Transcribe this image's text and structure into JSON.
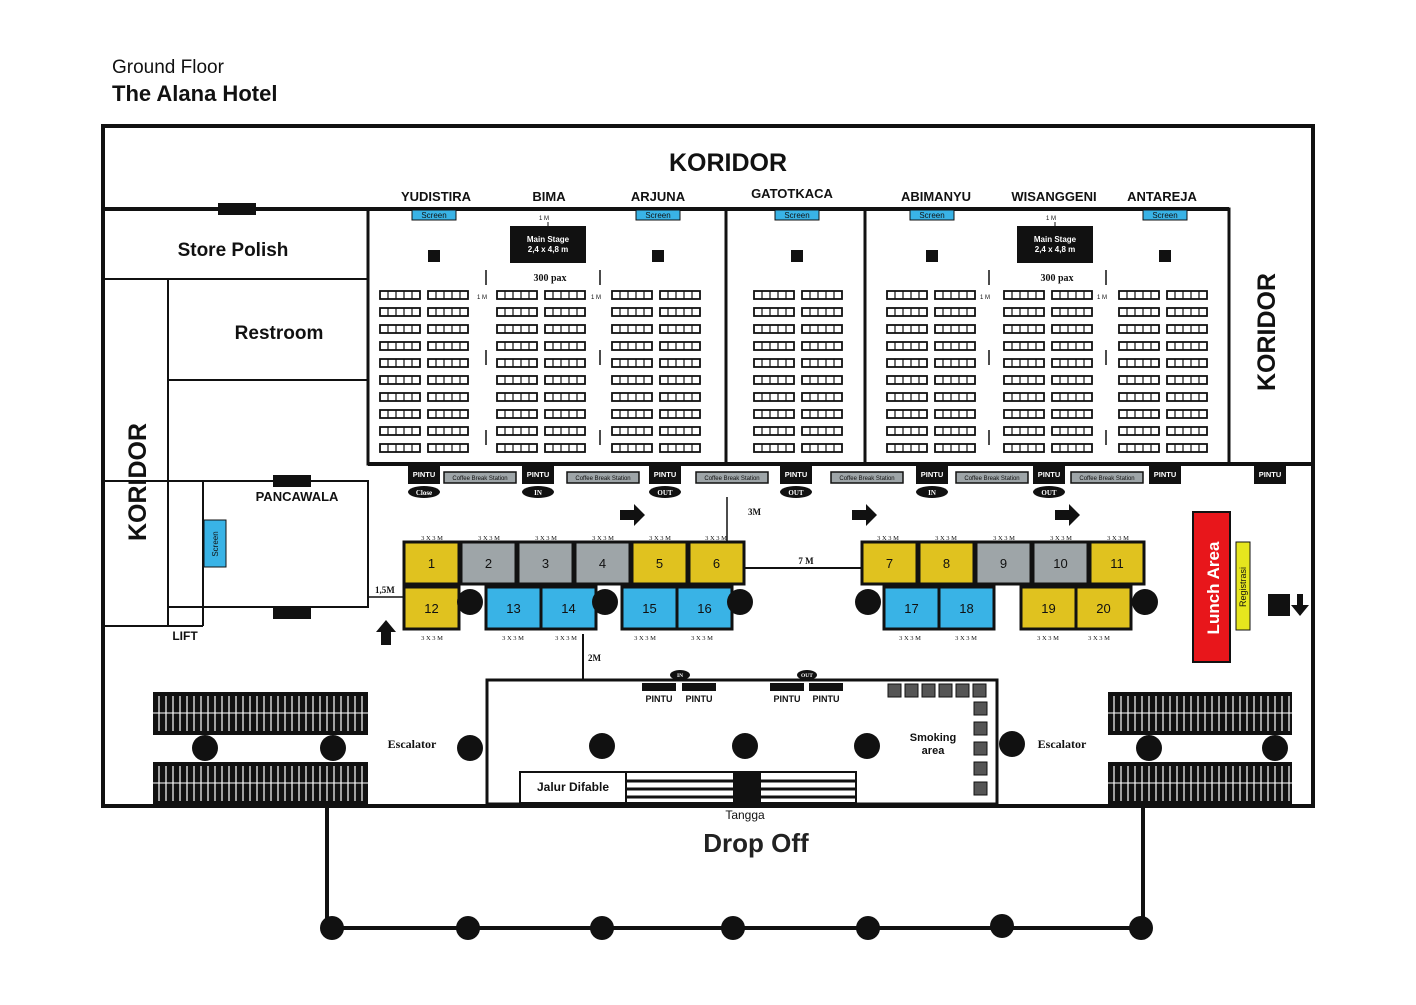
{
  "header": {
    "subtitle": "Ground Floor",
    "title": "The Alana Hotel"
  },
  "labels": {
    "koridor": "KORIDOR",
    "store_polish": "Store Polish",
    "restroom": "Restroom",
    "pancawala": "PANCAWALA",
    "lift": "LIFT",
    "escalator": "Escalator",
    "smoking": "Smoking area",
    "jalur_difable": "Jalur Difable",
    "tangga": "Tangga",
    "drop_off": "Drop Off",
    "lunch_area": "Lunch Area",
    "registrasi": "Registrasi",
    "screen": "Screen",
    "main_stage": "Main Stage",
    "main_stage_size": "2,4 x 4,8 m",
    "pax": "300 pax",
    "one_m": "1 M",
    "pintu": "PINTU",
    "coffee": "Coffee Break Station",
    "booth_size": "3 X 3 M",
    "dim_3m": "3M",
    "dim_7m": "7 M",
    "dim_15m": "1,5M",
    "dim_2m": "2M",
    "in": "IN",
    "out": "OUT",
    "close": "Close"
  },
  "rooms": [
    "YUDISTIRA",
    "BIMA",
    "ARJUNA",
    "GATOTKACA",
    "ABIMANYU",
    "WISANGGENI",
    "ANTAREJA"
  ],
  "booths": [
    {
      "n": "1",
      "c": "#e0c21f"
    },
    {
      "n": "2",
      "c": "#9ea5a8"
    },
    {
      "n": "3",
      "c": "#9ea5a8"
    },
    {
      "n": "4",
      "c": "#9ea5a8"
    },
    {
      "n": "5",
      "c": "#e0c21f"
    },
    {
      "n": "6",
      "c": "#e0c21f"
    },
    {
      "n": "7",
      "c": "#e0c21f"
    },
    {
      "n": "8",
      "c": "#e0c21f"
    },
    {
      "n": "9",
      "c": "#9ea5a8"
    },
    {
      "n": "10",
      "c": "#9ea5a8"
    },
    {
      "n": "11",
      "c": "#e0c21f"
    },
    {
      "n": "12",
      "c": "#e0c21f"
    },
    {
      "n": "13",
      "c": "#39b3e6"
    },
    {
      "n": "14",
      "c": "#39b3e6"
    },
    {
      "n": "15",
      "c": "#39b3e6"
    },
    {
      "n": "16",
      "c": "#39b3e6"
    },
    {
      "n": "17",
      "c": "#39b3e6"
    },
    {
      "n": "18",
      "c": "#39b3e6"
    },
    {
      "n": "19",
      "c": "#e0c21f"
    },
    {
      "n": "20",
      "c": "#e0c21f"
    }
  ],
  "colors": {
    "lunch": "#e8161b",
    "registrasi": "#e6e61e",
    "screen": "#39b3e6",
    "coffee": "#9ea5a8"
  }
}
